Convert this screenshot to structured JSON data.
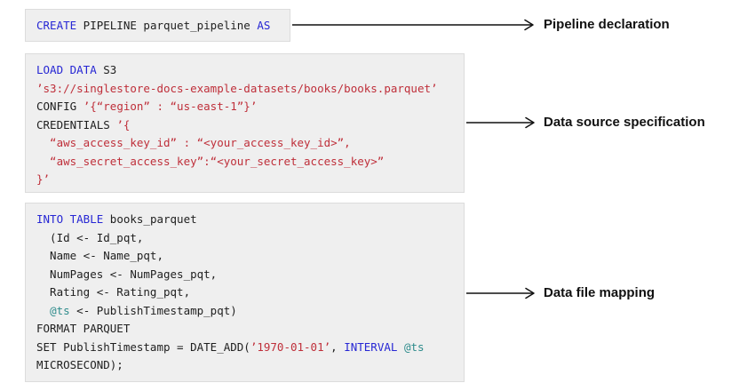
{
  "labels": {
    "pipeline_declaration": "Pipeline declaration",
    "data_source_specification": "Data source specification",
    "data_file_mapping": "Data file mapping"
  },
  "colors": {
    "keyword": "#2727d4",
    "string": "#bf2f3a",
    "variable": "#2f8c8c",
    "plain": "#1f1f1f",
    "block_bg": "#efefef",
    "block_border": "#dcdcdc",
    "arrow": "#111111",
    "label_text": "#111111"
  },
  "code_blocks": [
    {
      "name": "pipeline-declaration-code",
      "lines": [
        [
          {
            "t": "CREATE",
            "c": "kw"
          },
          {
            "t": " PIPELINE parquet_pipeline ",
            "c": "pl"
          },
          {
            "t": "AS",
            "c": "kw"
          }
        ]
      ]
    },
    {
      "name": "data-source-specification-code",
      "lines": [
        [
          {
            "t": "LOAD DATA",
            "c": "kw"
          },
          {
            "t": " S3",
            "c": "pl"
          }
        ],
        [
          {
            "t": "’s3://singlestore-docs-example-datasets/books/books.parquet’",
            "c": "str"
          }
        ],
        [
          {
            "t": "CONFIG ",
            "c": "pl"
          },
          {
            "t": "’{“region” : “us-east-1”}’",
            "c": "str"
          }
        ],
        [
          {
            "t": "CREDENTIALS ",
            "c": "pl"
          },
          {
            "t": "’{",
            "c": "str"
          }
        ],
        [
          {
            "t": "  “aws_access_key_id” : “<your_access_key_id>”,",
            "c": "str"
          }
        ],
        [
          {
            "t": "  “aws_secret_access_key”:“<your_secret_access_key>”",
            "c": "str"
          }
        ],
        [
          {
            "t": "}’",
            "c": "str"
          }
        ]
      ]
    },
    {
      "name": "data-file-mapping-code",
      "lines": [
        [
          {
            "t": "INTO TABLE",
            "c": "kw"
          },
          {
            "t": " books_parquet",
            "c": "pl"
          }
        ],
        [
          {
            "t": "  (Id <- Id_pqt,",
            "c": "pl"
          }
        ],
        [
          {
            "t": "  Name <- Name_pqt,",
            "c": "pl"
          }
        ],
        [
          {
            "t": "  NumPages <- NumPages_pqt,",
            "c": "pl"
          }
        ],
        [
          {
            "t": "  Rating <- Rating_pqt,",
            "c": "pl"
          }
        ],
        [
          {
            "t": "  ",
            "c": "pl"
          },
          {
            "t": "@ts",
            "c": "var"
          },
          {
            "t": " <- PublishTimestamp_pqt)",
            "c": "pl"
          }
        ],
        [
          {
            "t": "FORMAT PARQUET",
            "c": "pl"
          }
        ],
        [
          {
            "t": "SET PublishTimestamp = DATE_ADD(",
            "c": "pl"
          },
          {
            "t": "’1970-01-01’",
            "c": "str"
          },
          {
            "t": ", ",
            "c": "pl"
          },
          {
            "t": "INTERVAL",
            "c": "kw"
          },
          {
            "t": " ",
            "c": "pl"
          },
          {
            "t": "@ts",
            "c": "var"
          }
        ],
        [
          {
            "t": "MICROSECOND);",
            "c": "pl"
          }
        ]
      ]
    }
  ],
  "arrows": [
    {
      "name": "arrow-pipeline-declaration",
      "length": 272
    },
    {
      "name": "arrow-data-source-specification",
      "length": 76
    },
    {
      "name": "arrow-data-file-mapping",
      "length": 76
    }
  ]
}
